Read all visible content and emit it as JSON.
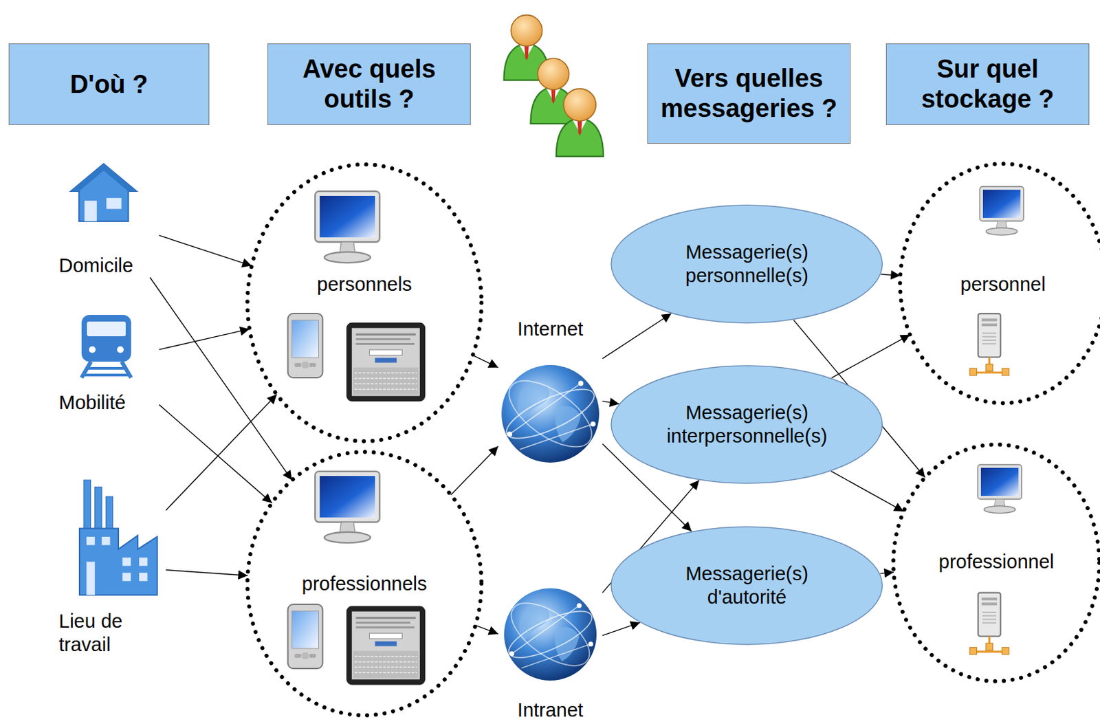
{
  "diagram": {
    "nodes": [
      {
        "text": [
          "D'où ?"
        ]
      },
      {
        "text": [
          "Avec quels outils ?"
        ]
      },
      {
        "text": [
          "Vers quelles messageries ?"
        ]
      },
      {
        "text": [
          "Sur quel stockage ?"
        ]
      },
      {
        "text": [
          "Domicile"
        ]
      },
      {
        "text": [
          "Mobilité"
        ]
      },
      {
        "text": [
          "Lieu de travail"
        ]
      },
      {
        "text": [
          "personnels"
        ]
      },
      {
        "text": [
          "professionnels"
        ]
      },
      {
        "text": [
          "Internet"
        ]
      },
      {
        "text": [
          "Intranet"
        ]
      },
      {
        "text": [
          "Messagerie(s) personnelle(s)"
        ]
      },
      {
        "text": [
          "Messagerie(s) interpersonnelle(s)"
        ]
      },
      {
        "text": [
          "Messagerie(s) d'autorité"
        ]
      },
      {
        "text": [
          "personnel"
        ]
      },
      {
        "text": [
          "professionnel"
        ]
      }
    ],
    "edges": [
      {
        "from": 4,
        "to": 7,
        "arrow": "to"
      },
      {
        "from": 4,
        "to": 8,
        "arrow": "to"
      },
      {
        "from": 5,
        "to": 7,
        "arrow": "to"
      },
      {
        "from": 5,
        "to": 8,
        "arrow": "to"
      },
      {
        "from": 6,
        "to": 7,
        "arrow": "to"
      },
      {
        "from": 6,
        "to": 8,
        "arrow": "to"
      },
      {
        "from": 7,
        "to": 9,
        "arrow": "to"
      },
      {
        "from": 8,
        "to": 9,
        "arrow": "to"
      },
      {
        "from": 8,
        "to": 10,
        "arrow": "to"
      },
      {
        "from": 9,
        "to": 11,
        "arrow": "to"
      },
      {
        "from": 9,
        "to": 12,
        "arrow": "to"
      },
      {
        "from": 9,
        "to": 13,
        "arrow": "to"
      },
      {
        "from": 10,
        "to": 12,
        "arrow": "to"
      },
      {
        "from": 10,
        "to": 13,
        "arrow": "to"
      },
      {
        "from": 11,
        "to": 14,
        "arrow": "to"
      },
      {
        "from": 11,
        "to": 15,
        "arrow": "to"
      },
      {
        "from": 12,
        "to": 14,
        "arrow": "to"
      },
      {
        "from": 12,
        "to": 15,
        "arrow": "to"
      },
      {
        "from": 13,
        "to": 15,
        "arrow": "to"
      }
    ]
  }
}
